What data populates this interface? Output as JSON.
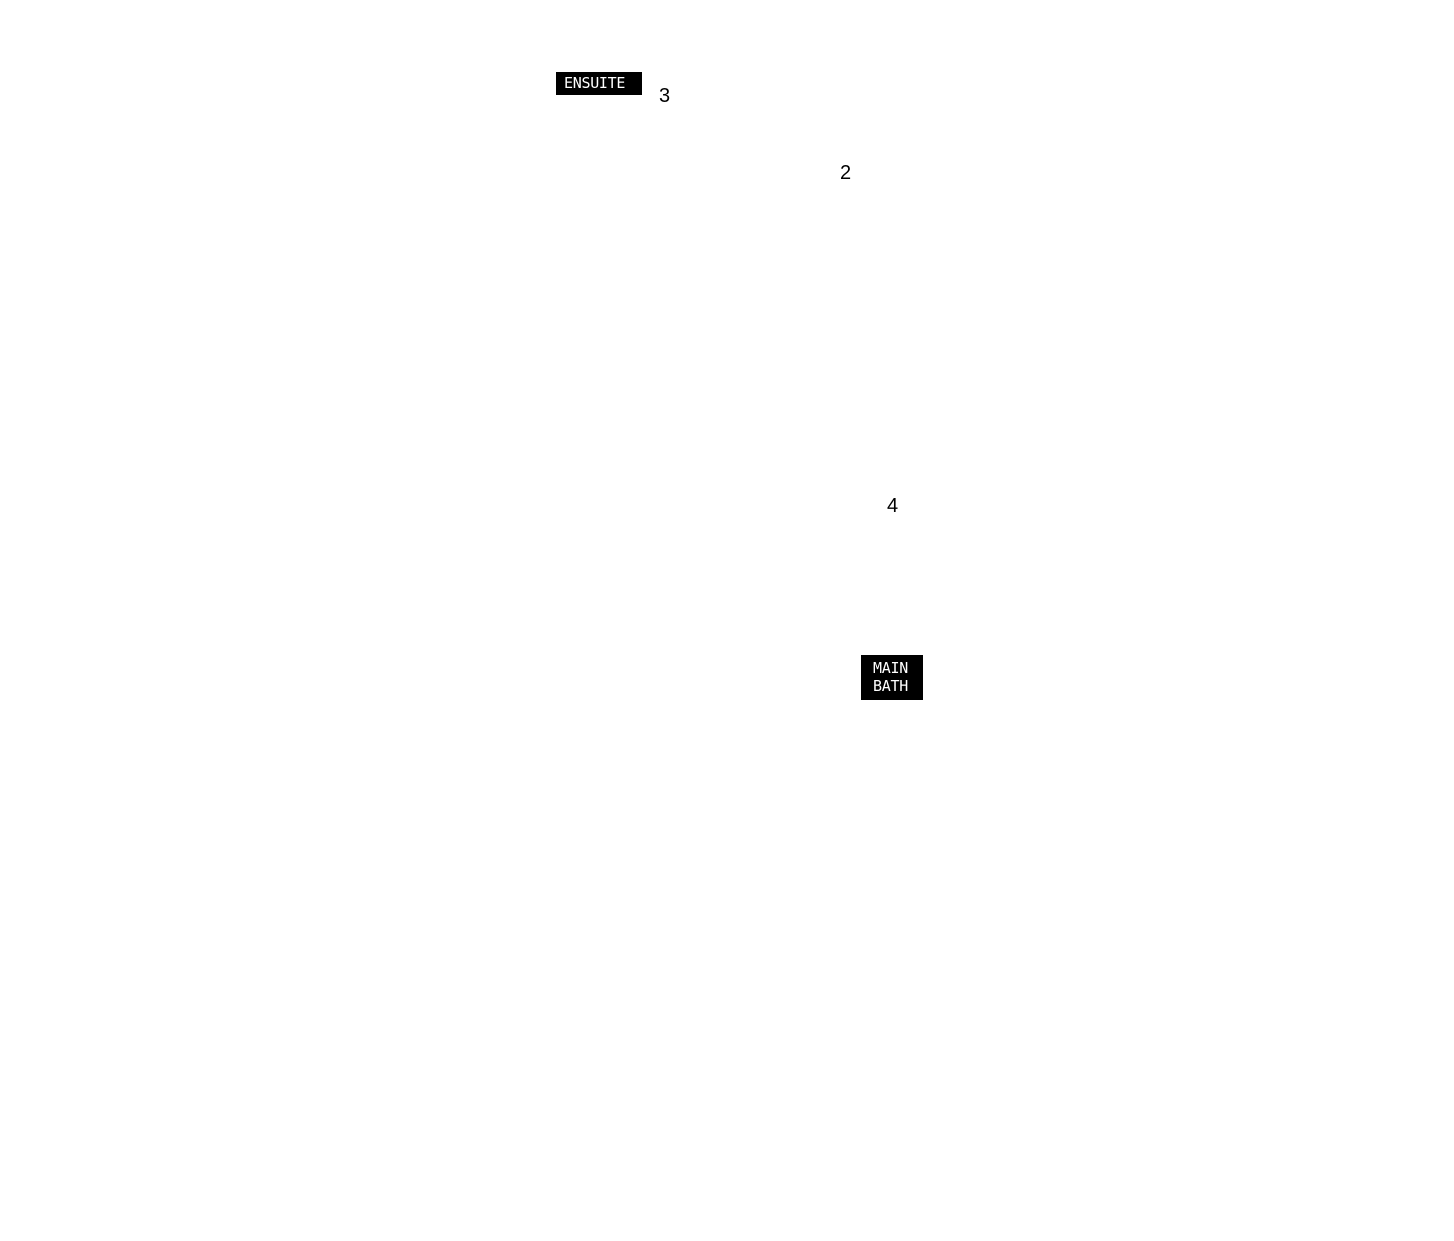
{
  "labels": {
    "ensuite": "ENSUITE",
    "main_bath_line1": "MAIN",
    "main_bath_line2": "BATH"
  },
  "markers": {
    "three": "3",
    "two": "2",
    "four": "4"
  },
  "colors": {
    "background": "#ffffff",
    "tag_background": "#000000",
    "tag_text": "#ffffff",
    "marker_text": "#000000"
  }
}
